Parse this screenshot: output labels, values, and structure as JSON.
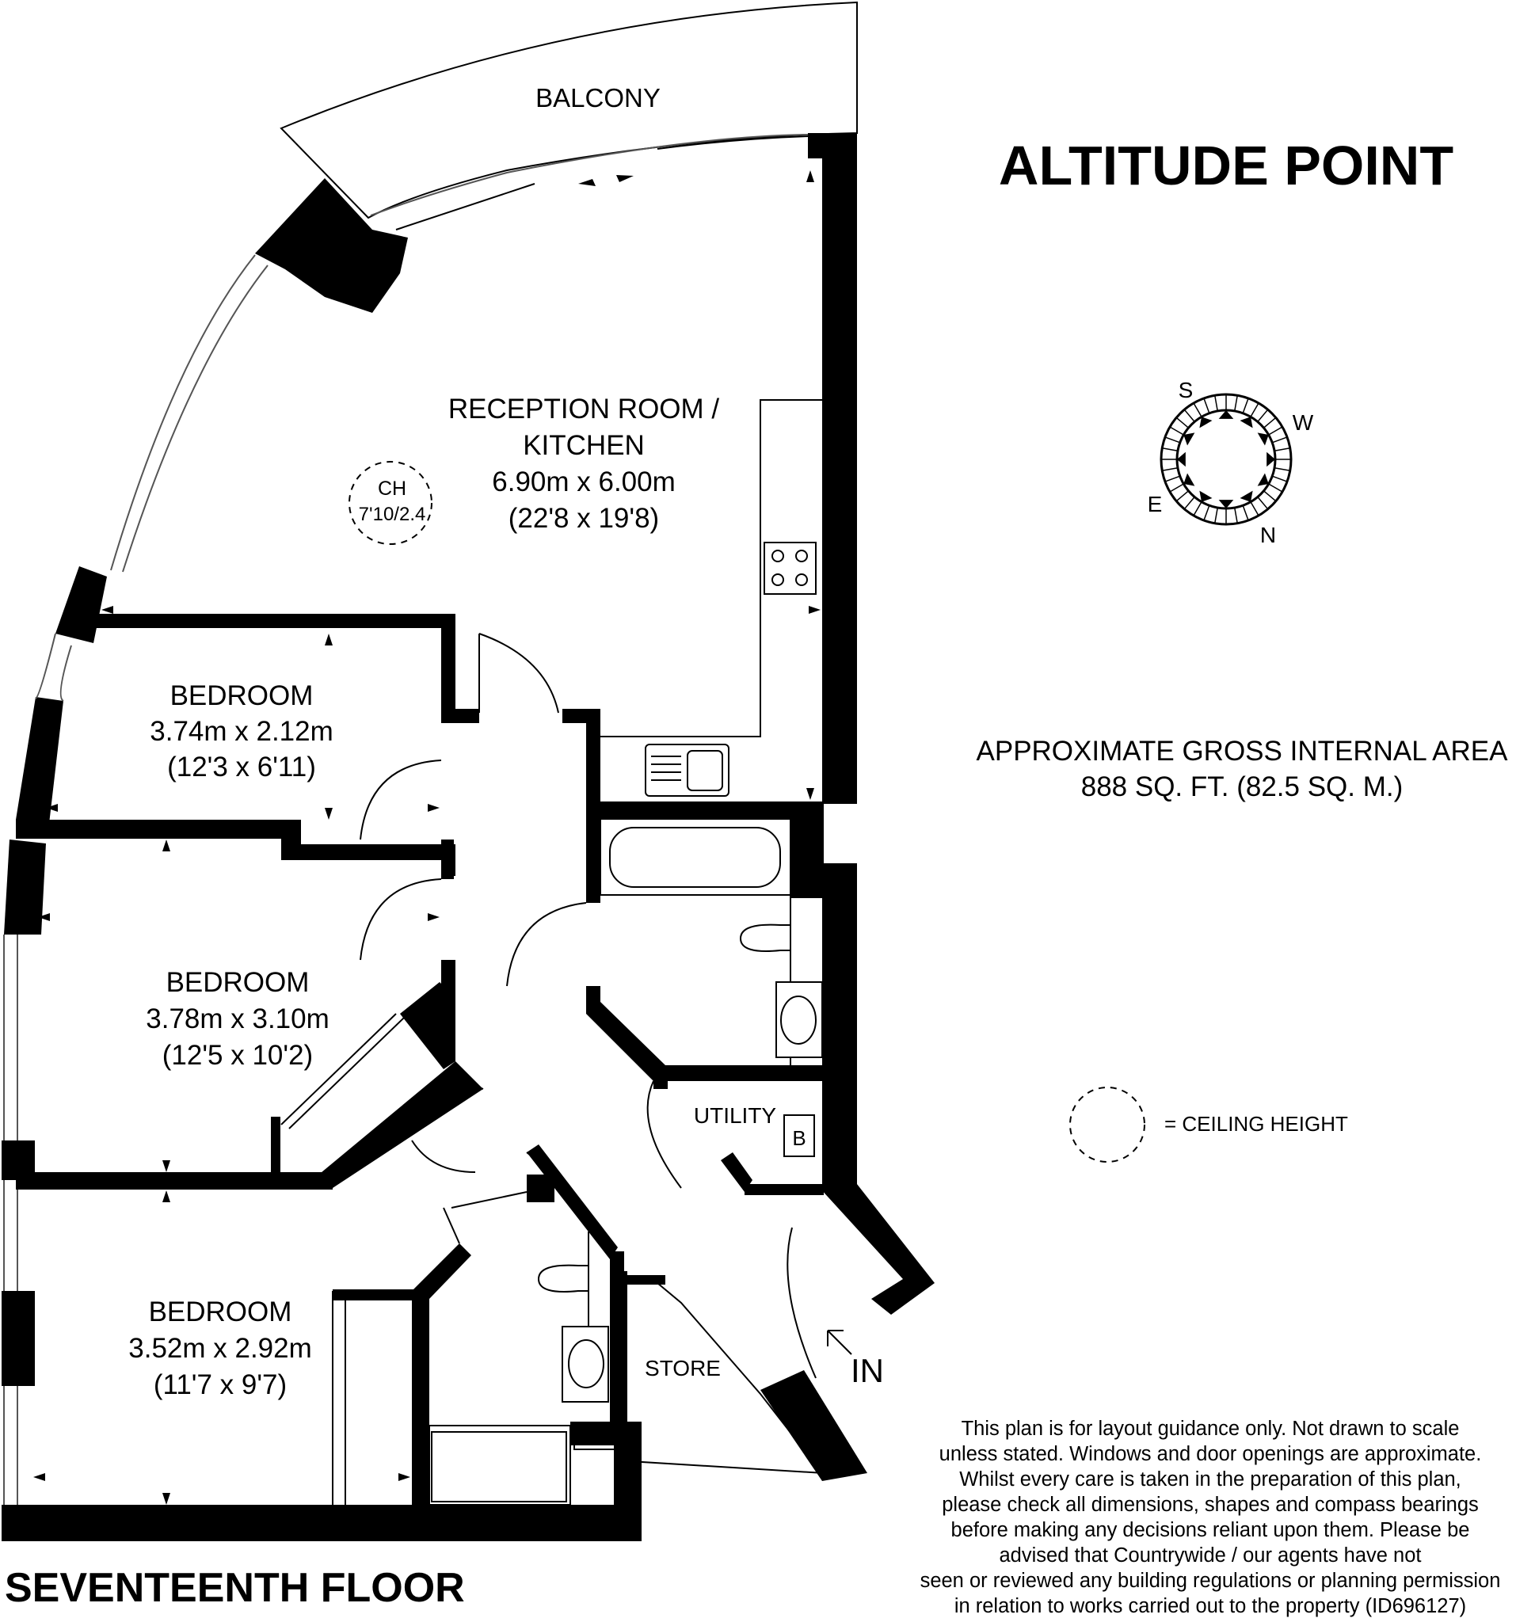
{
  "title": "ALTITUDE POINT",
  "floor_label": "SEVENTEENTH FLOOR",
  "area": {
    "line1": "APPROXIMATE GROSS INTERNAL AREA",
    "line2": "888 SQ. FT. (82.5 SQ. M.)"
  },
  "compass": {
    "s": "S",
    "w": "W",
    "e": "E",
    "n": "N"
  },
  "legend": {
    "text": "=  CEILING HEIGHT"
  },
  "ceiling_marker": {
    "label": "CH",
    "value": "7'10/2.4"
  },
  "rooms": {
    "balcony": "BALCONY",
    "reception": {
      "line1": "RECEPTION ROOM /",
      "line2": "KITCHEN",
      "metric": "6.90m x 6.00m",
      "imperial": "(22'8 x 19'8)"
    },
    "bedroom1": {
      "name": "BEDROOM",
      "metric": "3.74m x 2.12m",
      "imperial": "(12'3 x 6'11)"
    },
    "bedroom2": {
      "name": "BEDROOM",
      "metric": "3.78m x 3.10m",
      "imperial": "(12'5 x 10'2)"
    },
    "bedroom3": {
      "name": "BEDROOM",
      "metric": "3.52m x 2.92m",
      "imperial": "(11'7 x 9'7)"
    },
    "utility": "UTILITY",
    "boiler": "B",
    "store": "STORE",
    "entrance": "IN"
  },
  "disclaimer": [
    "This plan is for layout guidance only. Not drawn to scale",
    "unless stated. Windows and door openings are approximate.",
    "Whilst every care is taken in the preparation of this plan,",
    "please check all dimensions, shapes and compass bearings",
    "before making any decisions reliant upon them. Please be",
    "advised that Countrywide / our agents have not",
    "seen or reviewed any building regulations or planning permission",
    "in relation to works carried out to the property (ID696127)"
  ]
}
